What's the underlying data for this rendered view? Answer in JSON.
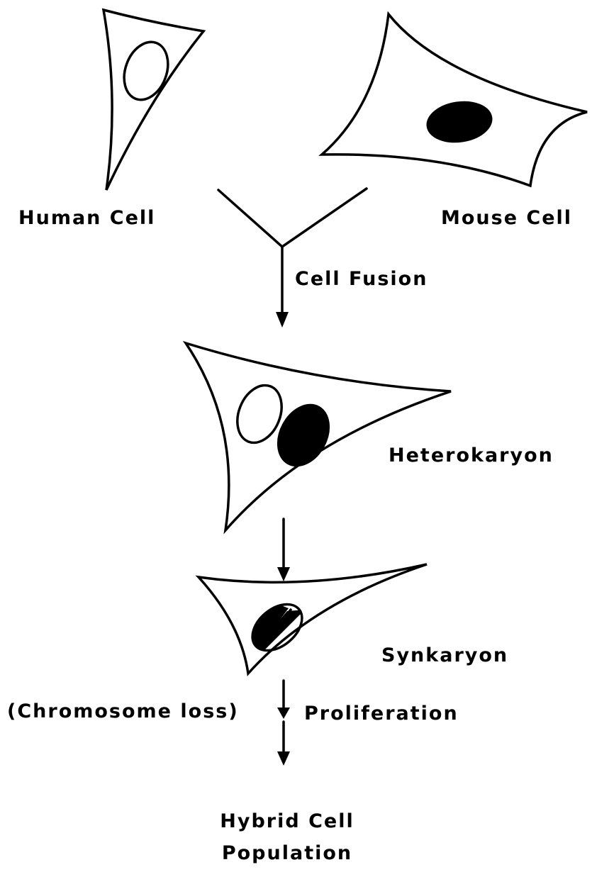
{
  "labels": {
    "human_cell": "Human Cell",
    "mouse_cell": "Mouse Cell",
    "cell_fusion": "Cell Fusion",
    "heterokaryon": "Heterokaryon",
    "synkaryon": "Synkaryon",
    "chromosome_loss": "(Chromosome loss)",
    "proliferation": "Proliferation",
    "hybrid_line1": "Hybrid Cell",
    "hybrid_line2": "Population"
  },
  "colors": {
    "ink": "#000000",
    "background": "#ffffff"
  }
}
